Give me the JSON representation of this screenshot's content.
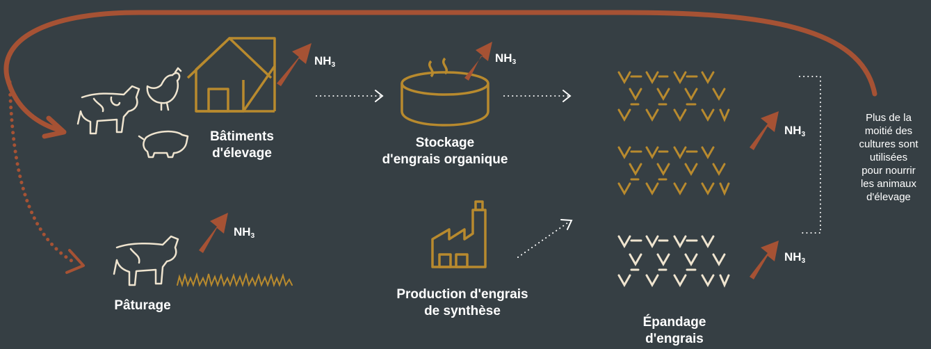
{
  "labels": {
    "batiments_line1": "Bâtiments",
    "batiments_line2": "d'élevage",
    "stockage_line1": "Stockage",
    "stockage_line2": "d'engrais organique",
    "paturage": "Pâturage",
    "production_line1": "Production d'engrais",
    "production_line2": "de synthèse",
    "epandage_line1": "Épandage",
    "epandage_line2": "d'engrais"
  },
  "emission": {
    "base": "NH",
    "subscript": "3"
  },
  "side_note": [
    "Plus de la",
    "moitié des",
    "cultures sont",
    "utilisées",
    "pour nourrir",
    "les animaux",
    "d'élevage"
  ],
  "colors": {
    "background": "#363f44",
    "arrow": "#a65234",
    "gold": "#b88a2e",
    "cream": "#efe4cf",
    "text": "#ffffff"
  }
}
